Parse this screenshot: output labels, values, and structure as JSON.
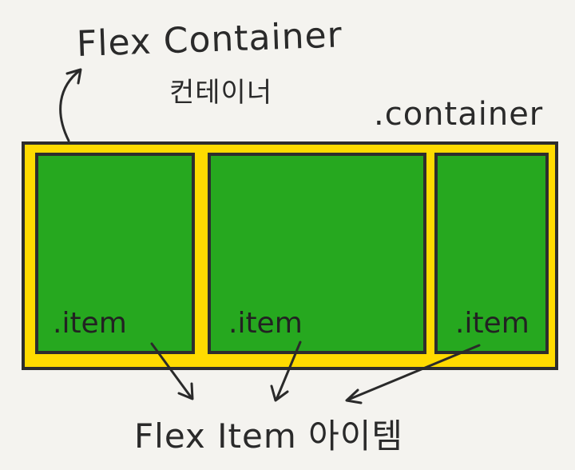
{
  "labels": {
    "container_title_en": "Flex Container",
    "container_title_ko": "컨테이너",
    "container_class": ".container",
    "item_class": ".item",
    "items_caption": "Flex Item 아이템"
  },
  "items": [
    {
      "label": ".item"
    },
    {
      "label": ".item"
    },
    {
      "label": ".item"
    }
  ],
  "colors": {
    "container_fill": "#ffdb00",
    "item_fill": "#26a81f",
    "outline": "#2d2d2d",
    "background": "#f4f3ef"
  }
}
